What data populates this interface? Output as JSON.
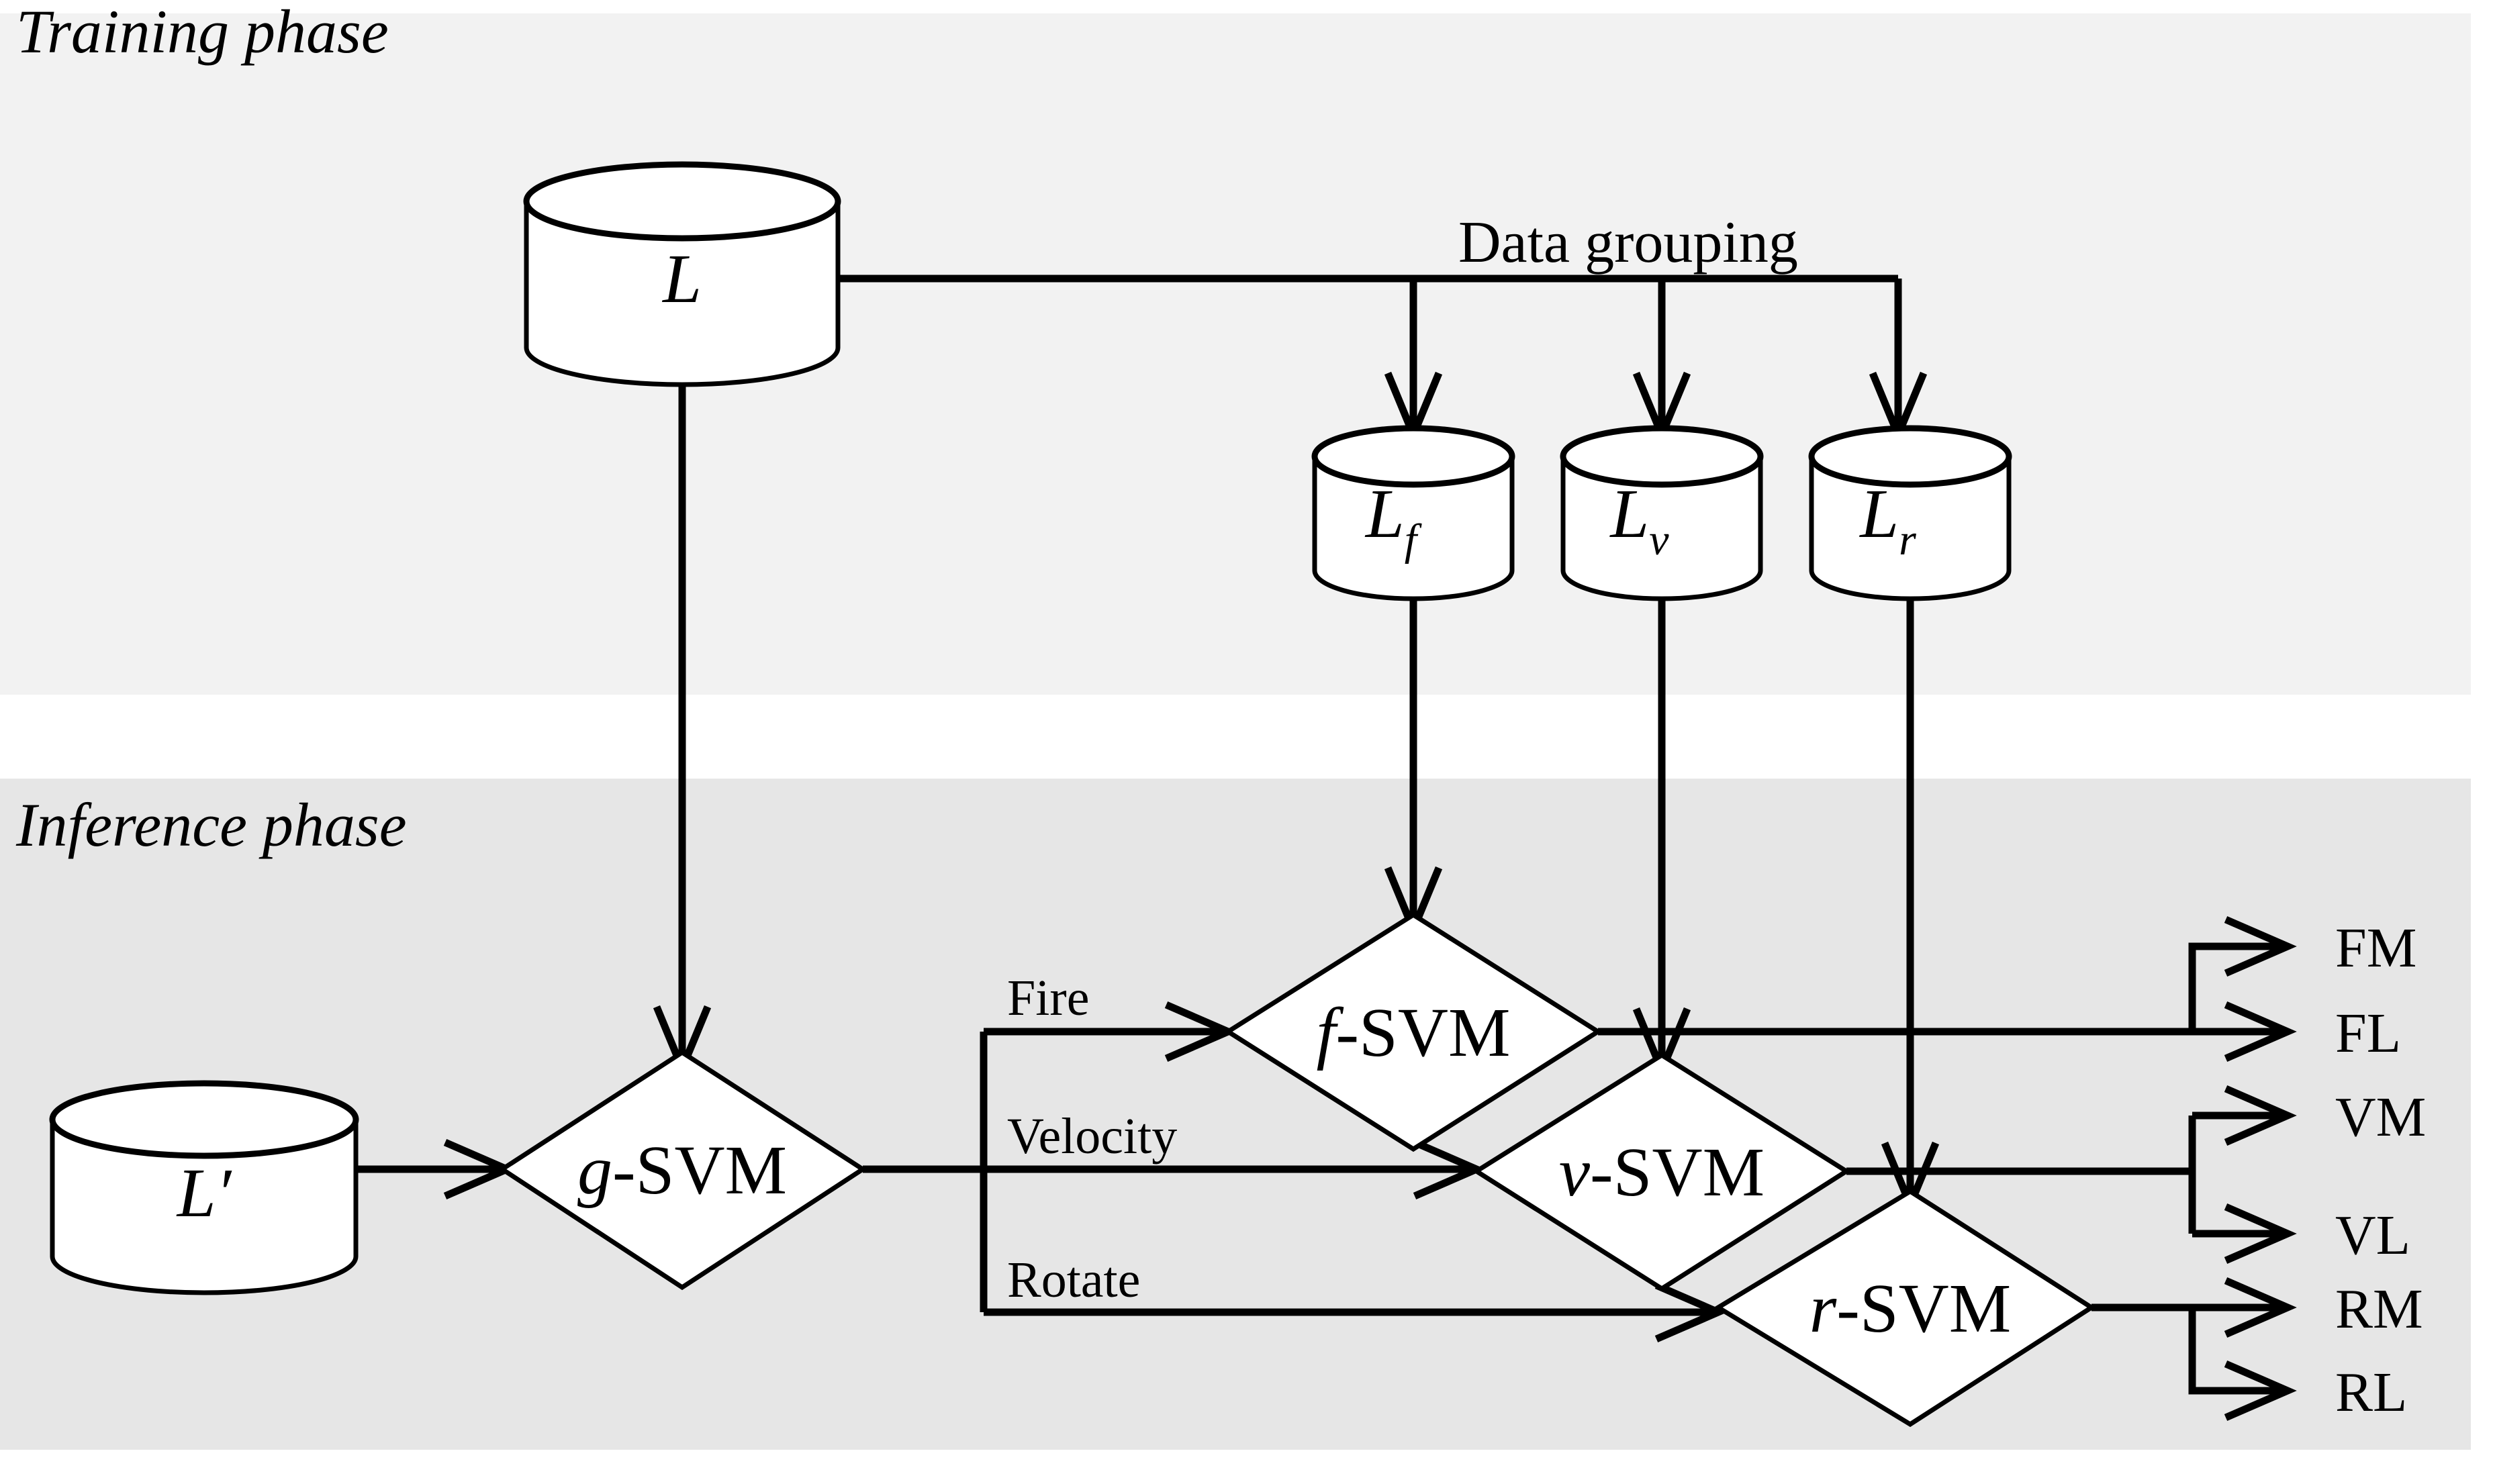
{
  "figure": {
    "type": "flowchart-diagram",
    "title": "SVM hierarchical classification pipeline"
  },
  "panels": {
    "training": {
      "label": "Training phase",
      "bg": "#f2f2f2"
    },
    "inference": {
      "label": "Inference phase",
      "bg": "#e6e6e6"
    }
  },
  "annotations": {
    "data_grouping": "Data grouping"
  },
  "datastores": {
    "master": {
      "label": "L"
    },
    "fire": {
      "label": "L",
      "sub": "f"
    },
    "velocity": {
      "label": "L",
      "sub": "v"
    },
    "rotate": {
      "label": "L",
      "sub": "r"
    },
    "test": {
      "label": "L",
      "prime": "′"
    }
  },
  "classifiers": [
    {
      "id": "g-svm",
      "prefix": "g",
      "suffix": "-SVM"
    },
    {
      "id": "f-svm",
      "prefix": "f",
      "suffix": "-SVM"
    },
    {
      "id": "v-svm",
      "prefix": "v",
      "suffix": "-SVM"
    },
    {
      "id": "r-svm",
      "prefix": "r",
      "suffix": "-SVM"
    }
  ],
  "branches": [
    {
      "id": "fire",
      "label": "Fire"
    },
    {
      "id": "velocity",
      "label": "Velocity"
    },
    {
      "id": "rotate",
      "label": "Rotate"
    }
  ],
  "outputs": [
    {
      "id": "fm",
      "label": "FM"
    },
    {
      "id": "fl",
      "label": "FL"
    },
    {
      "id": "vm",
      "label": "VM"
    },
    {
      "id": "vl",
      "label": "VL"
    },
    {
      "id": "rm",
      "label": "RM"
    },
    {
      "id": "rl",
      "label": "RL"
    }
  ],
  "colors": {
    "stroke": "#000000",
    "node_fill": "#ffffff",
    "training_bg": "#f2f2f2",
    "inference_bg": "#e6e6e6",
    "page_bg": "#ffffff"
  }
}
